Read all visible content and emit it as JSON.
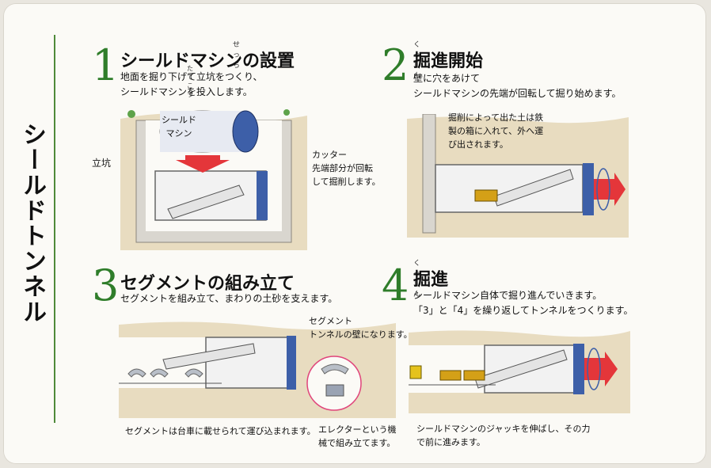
{
  "vertical_title": "シールドトンネル",
  "steps": [
    {
      "number": "1",
      "ruby": "せっち",
      "title": "シールドマシンの設置",
      "ruby2": "たてこう",
      "desc": [
        "地面を掘り下げて立坑をつくり、",
        "シールドマシンを投入します。"
      ],
      "labels": {
        "machine": [
          "シールド",
          "マシン"
        ],
        "shaft": "立坑",
        "cutter": [
          "カッター",
          "先端部分が回転",
          "して掘削します。"
        ]
      }
    },
    {
      "number": "2",
      "ruby": "くっしん",
      "title": "掘進開始",
      "desc": [
        "壁に穴をあけて",
        "シールドマシンの先端が回転して掘り始めます。"
      ],
      "labels": {
        "soil": [
          "掘削によって出た土は鉄",
          "製の箱に入れて、外へ運",
          "び出されます。"
        ]
      }
    },
    {
      "number": "3",
      "title": "セグメントの組み立て",
      "desc": [
        "セグメントを組み立て、まわりの土砂を支えます。"
      ],
      "labels": {
        "segment_wall": [
          "セグメント",
          "トンネルの壁になります。"
        ],
        "segment_cart": "セグメントは台車に載せられて運び込まれます。",
        "erector": [
          "エレクターという機",
          "械で組み立てます。"
        ]
      }
    },
    {
      "number": "4",
      "ruby": "くっしん",
      "title": "掘進",
      "desc": [
        "シールドマシン自体で掘り進んでいきます。",
        "「3」と「4」を繰り返してトンネルをつくります。"
      ],
      "labels": {
        "jack": [
          "シールドマシンのジャッキを伸ばし、その力",
          "で前に進みます。"
        ]
      }
    }
  ],
  "colors": {
    "accent_green": "#2f7d2a",
    "arrow_red": "#e4363a",
    "machine_blue": "#3d5fa8",
    "soil": "#e8dcc0",
    "label_line": "#e0457b"
  }
}
